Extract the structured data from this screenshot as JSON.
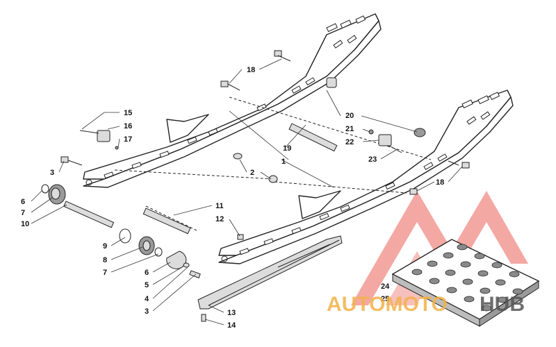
{
  "labels": [
    {
      "id": "l18a",
      "text": "18"
    },
    {
      "id": "l15",
      "text": "15"
    },
    {
      "id": "l16",
      "text": "16"
    },
    {
      "id": "l17",
      "text": "17"
    },
    {
      "id": "l3a",
      "text": "3"
    },
    {
      "id": "l6a",
      "text": "6"
    },
    {
      "id": "l7a",
      "text": "7"
    },
    {
      "id": "l10",
      "text": "10"
    },
    {
      "id": "l20",
      "text": "20"
    },
    {
      "id": "l21",
      "text": "21"
    },
    {
      "id": "l22",
      "text": "22"
    },
    {
      "id": "l19",
      "text": "19"
    },
    {
      "id": "l1",
      "text": "1"
    },
    {
      "id": "l2",
      "text": "2"
    },
    {
      "id": "l23",
      "text": "23"
    },
    {
      "id": "l18b",
      "text": "18"
    },
    {
      "id": "l11",
      "text": "11"
    },
    {
      "id": "l12",
      "text": "12"
    },
    {
      "id": "l9",
      "text": "9"
    },
    {
      "id": "l8",
      "text": "8"
    },
    {
      "id": "l7b",
      "text": "7"
    },
    {
      "id": "l6b",
      "text": "6"
    },
    {
      "id": "l5",
      "text": "5"
    },
    {
      "id": "l4",
      "text": "4"
    },
    {
      "id": "l3b",
      "text": "3"
    },
    {
      "id": "l13",
      "text": "13"
    },
    {
      "id": "l14",
      "text": "14"
    },
    {
      "id": "l24",
      "text": "24"
    },
    {
      "id": "l25",
      "text": "25"
    }
  ],
  "watermark": {
    "part1": "AUTOMOTO",
    "part2": "HUB",
    "color_main": "#f2b24a",
    "color_accent": "#555555",
    "logo_color": "#e8453c"
  }
}
